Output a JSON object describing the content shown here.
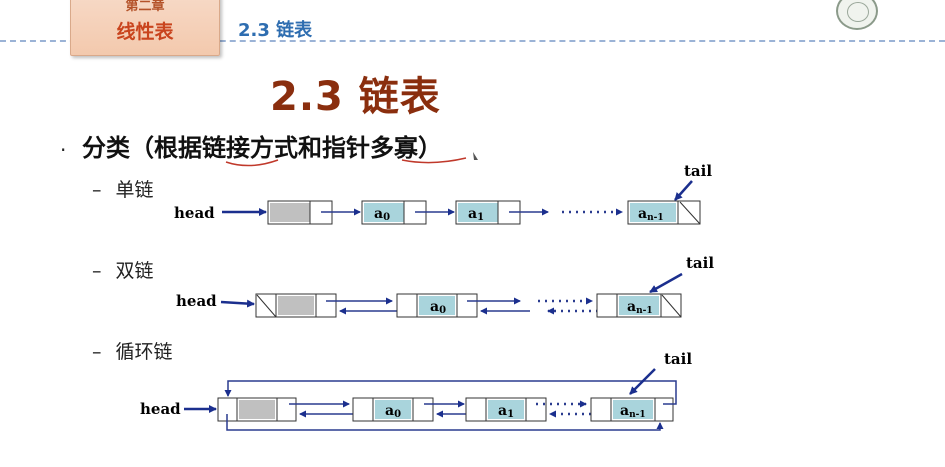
{
  "header": {
    "chapter_top": "第二章",
    "chapter_name": "线性表",
    "section": "2.3  链表"
  },
  "slide": {
    "title": "2.3  链表",
    "bullet": "分类（根据链接方式和指针多寡）",
    "subitems": [
      "单链",
      "双链",
      "循环链"
    ]
  },
  "diagram": {
    "head_label": "head",
    "tail_label": "tail",
    "node_a0": "a",
    "node_a0_sub": "0",
    "node_a1": "a",
    "node_a1_sub": "1",
    "node_an": "a",
    "node_an_sub": "n-1",
    "colors": {
      "node_fill": "#a9d4dc",
      "head_fill": "#c0c0c0",
      "arrow": "#1b2f8e",
      "link": "#2a3b8f"
    }
  }
}
